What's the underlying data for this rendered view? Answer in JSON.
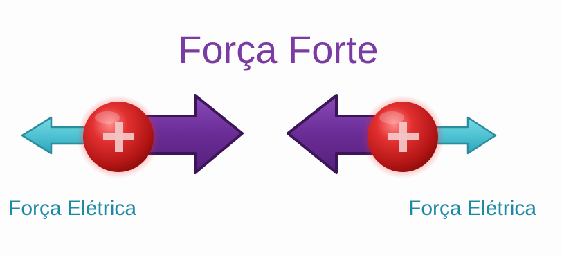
{
  "title": "Força Forte",
  "left_label": "Força Elétrica",
  "right_label": "Força Elétrica",
  "particle_symbol": "+",
  "colors": {
    "strong_force": "#7a3ba3",
    "electric_force": "#4fc3d3",
    "label_text": "#1c8aa3",
    "proton": "#d42a2a"
  },
  "icons": {
    "proton": "plus-sphere",
    "arrow": "block-arrow"
  }
}
